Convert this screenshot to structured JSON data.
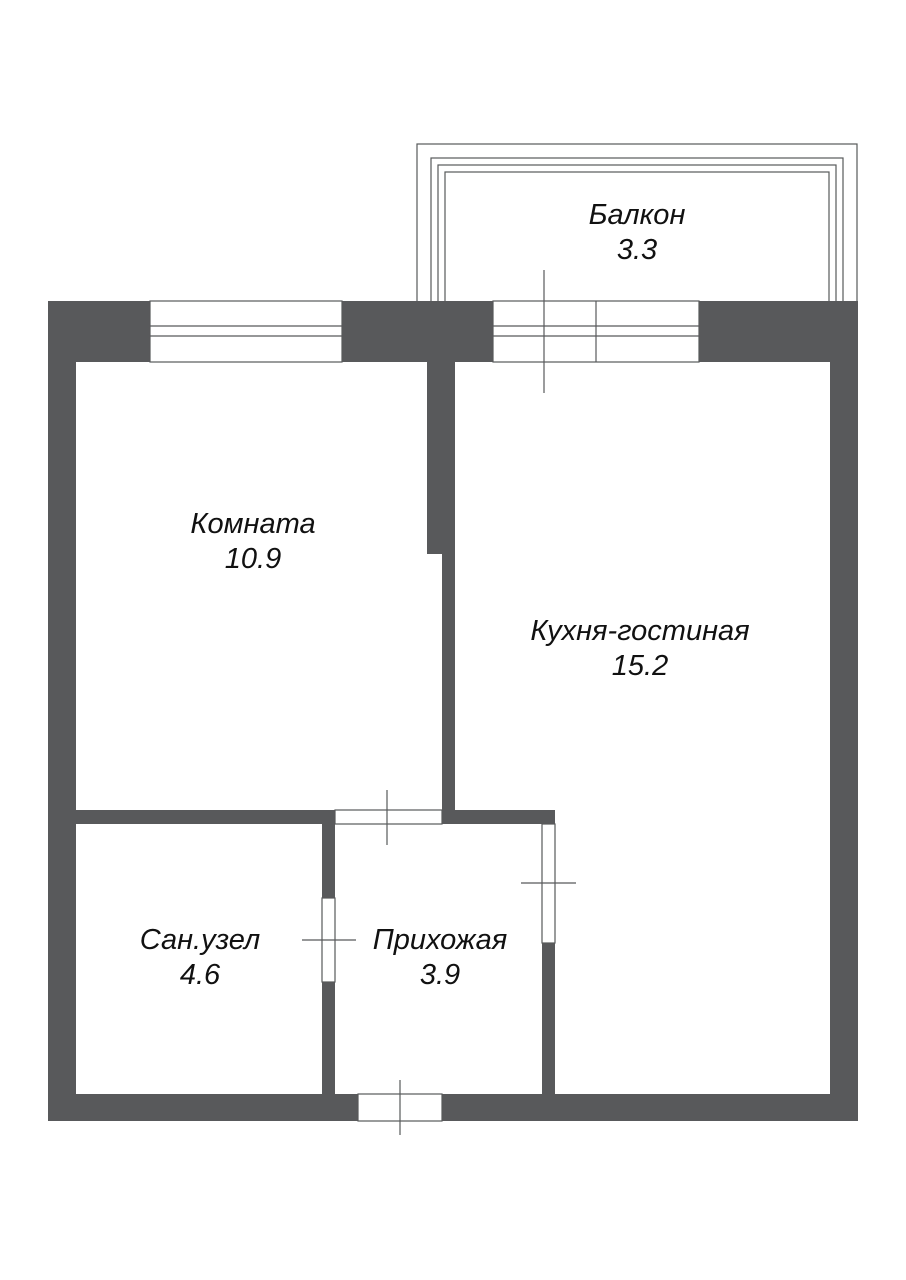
{
  "plan": {
    "wall_color": "#58595b",
    "line_color": "#58595b",
    "background": "#ffffff",
    "rooms": [
      {
        "name": "Балкон",
        "area": "3.3"
      },
      {
        "name": "Комната",
        "area": "10.9"
      },
      {
        "name": "Кухня-гостиная",
        "area": "15.2"
      },
      {
        "name": "Сан.узел",
        "area": "4.6"
      },
      {
        "name": "Прихожая",
        "area": "3.9"
      }
    ]
  }
}
